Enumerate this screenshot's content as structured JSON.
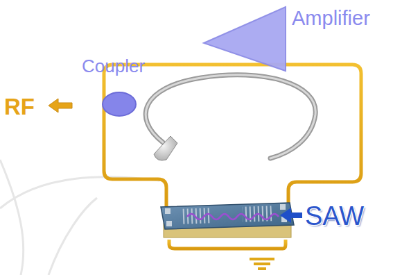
{
  "diagram": {
    "labels": [
      "Amplifier",
      "Coupler",
      "RF",
      "SAW"
    ]
  }
}
